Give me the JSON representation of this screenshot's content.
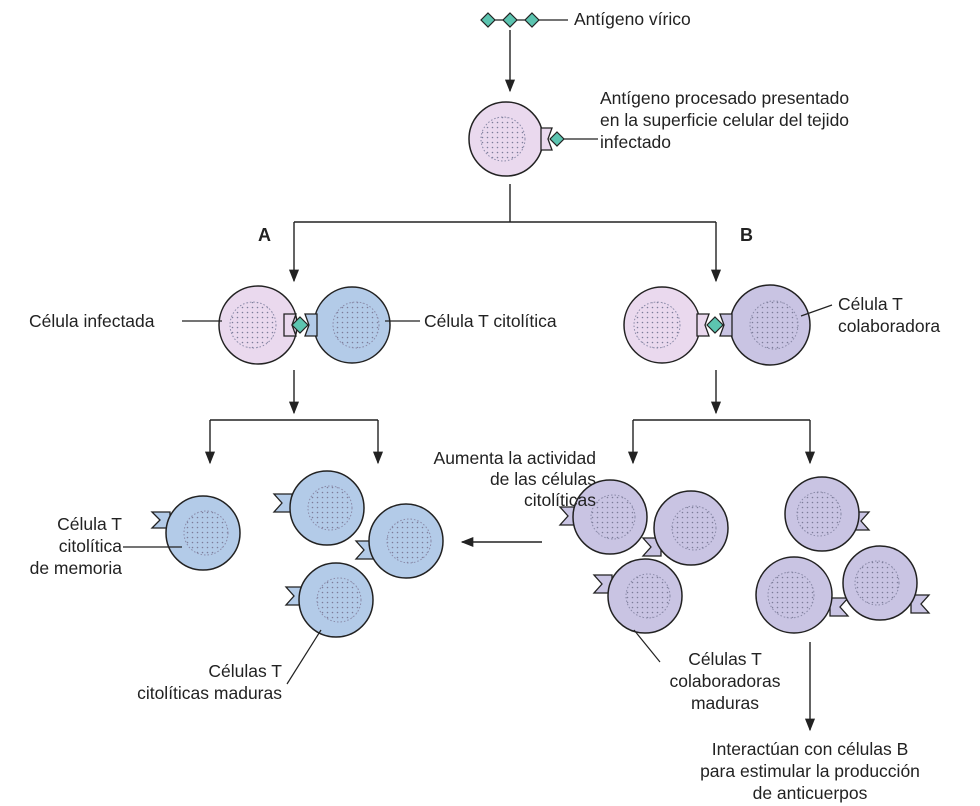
{
  "labels": {
    "viral_antigen": "Antígeno vírico",
    "processed_antigen": [
      "Antígeno procesado presentado",
      "en la superficie celular del tejido",
      "infectado"
    ],
    "branch_a": "A",
    "branch_b": "B",
    "infected_cell": "Célula infectada",
    "cytotoxic_t_cell": "Célula T citolítica",
    "helper_t_cell": [
      "Célula T",
      "colaboradora"
    ],
    "increases_activity": [
      "Aumenta la actividad",
      "de las células",
      "citolíticas"
    ],
    "memory_cytotoxic": [
      "Célula T",
      "citolítica",
      "de memoria"
    ],
    "mature_cytotoxic": [
      "Células T",
      "citolíticas maduras"
    ],
    "mature_helper": [
      "Células T",
      "colaboradoras",
      "maduras"
    ],
    "b_cell_interaction": [
      "Interactúan con células B",
      "para estimular la producción",
      "de anticuerpos"
    ]
  },
  "colors": {
    "infected_cell": "#ead9ee",
    "cytotoxic_cell": "#b3cbe8",
    "helper_cell": "#c9c4e3",
    "antigen": "#5cc4b0",
    "stroke": "#222222"
  }
}
